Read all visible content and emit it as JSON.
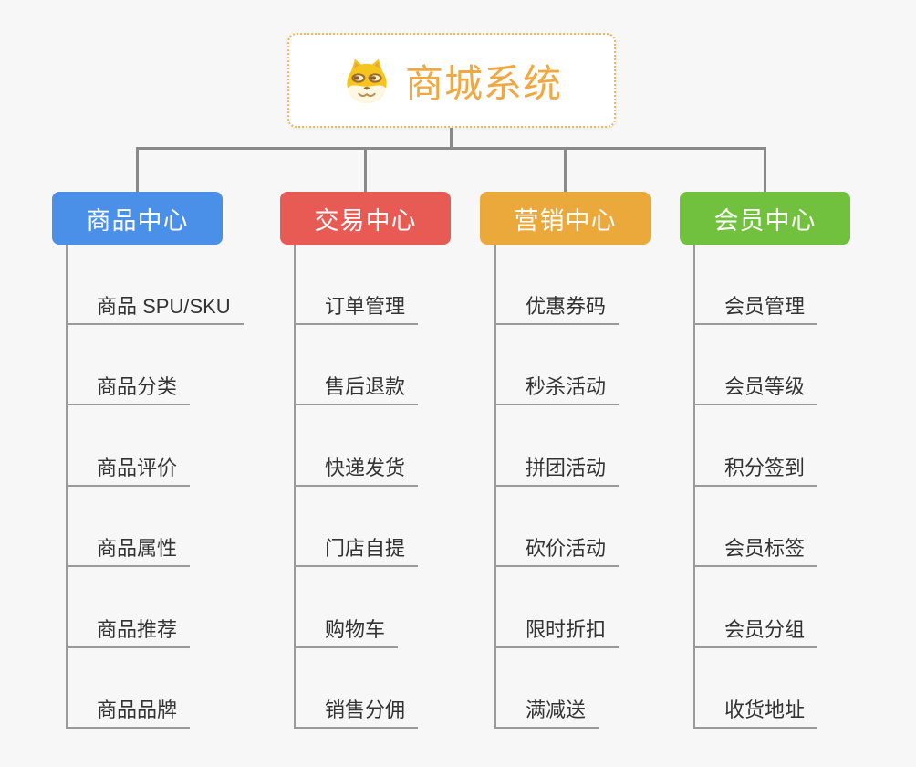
{
  "canvas": {
    "background": "#f7f7f7",
    "connector_color": "#8a8a8a",
    "underline_color": "#9a9a9a"
  },
  "root": {
    "title": "商城系统",
    "icon": "doge-icon",
    "title_color": "#f0a841",
    "border_color": "#f2b45c"
  },
  "branches": [
    {
      "label": "商品中心",
      "color": "#4b90e8",
      "children": [
        "商品 SPU/SKU",
        "商品分类",
        "商品评价",
        "商品属性",
        "商品推荐",
        "商品品牌"
      ]
    },
    {
      "label": "交易中心",
      "color": "#e85b55",
      "children": [
        "订单管理",
        "售后退款",
        "快递发货",
        "门店自提",
        "购物车",
        "销售分佣"
      ]
    },
    {
      "label": "营销中心",
      "color": "#eba93c",
      "children": [
        "优惠券码",
        "秒杀活动",
        "拼团活动",
        "砍价活动",
        "限时折扣",
        "满减送"
      ]
    },
    {
      "label": "会员中心",
      "color": "#72c13e",
      "children": [
        "会员管理",
        "会员等级",
        "积分签到",
        "会员标签",
        "会员分组",
        "收货地址"
      ]
    }
  ]
}
